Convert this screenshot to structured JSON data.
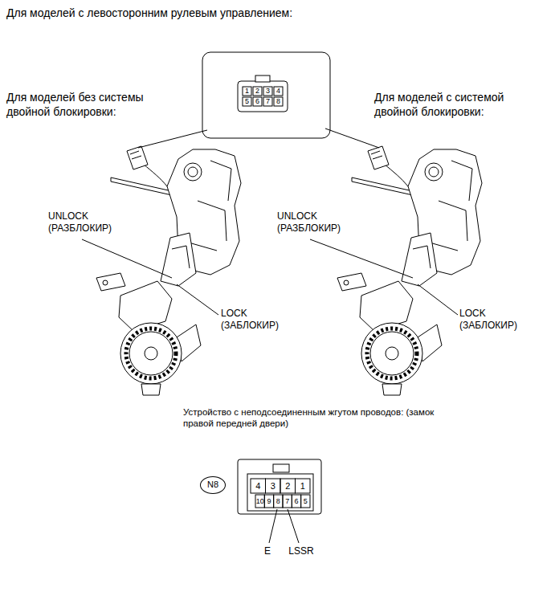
{
  "diagram": {
    "title": "Для моделей с левосторонним рулевым управлением:",
    "nodes": [
      {
        "text": [
          "N8"
        ]
      }
    ],
    "labels": [
      "Для моделей без системы двойной блокировки:",
      "Для моделей с системой двойной блокировки:",
      "1",
      "2",
      "3",
      "4",
      "5",
      "6",
      "7",
      "8",
      "UNLOCK (РАЗБЛОКИР)",
      "LOCK (ЗАБЛОКИР)",
      "UNLOCK (РАЗБЛОКИР)",
      "LOCK (ЗАБЛОКИР)",
      "Устройство с неподсоединенным жгутом проводов: (замок правой передней двери)",
      "4",
      "3",
      "2",
      "1",
      "10",
      "9",
      "8",
      "7",
      "6",
      "5",
      "E",
      "LSSR"
    ]
  }
}
